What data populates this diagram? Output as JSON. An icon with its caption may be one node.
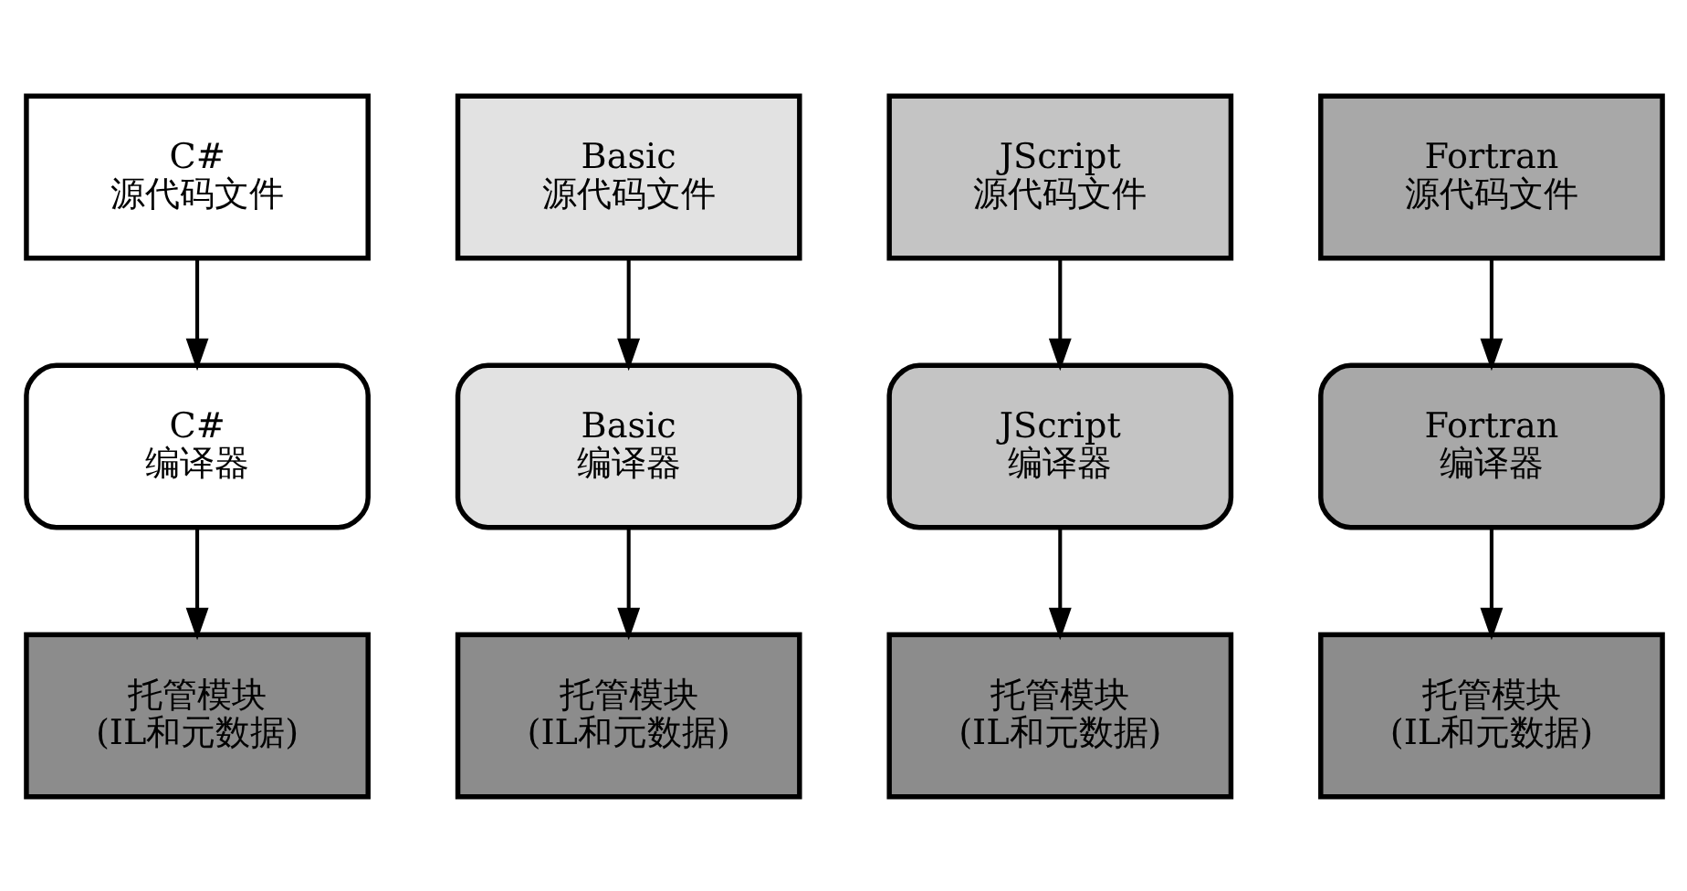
{
  "diagram": {
    "nodes": [
      {
        "text": [
          "C#",
          "源代码文件"
        ]
      },
      {
        "text": [
          "Basic",
          "源代码文件"
        ]
      },
      {
        "text": [
          "JScript",
          "源代码文件"
        ]
      },
      {
        "text": [
          "Fortran",
          "源代码文件"
        ]
      },
      {
        "text": [
          "C#",
          "编译器"
        ]
      },
      {
        "text": [
          "Basic",
          "编译器"
        ]
      },
      {
        "text": [
          "JScript",
          "编译器"
        ]
      },
      {
        "text": [
          "Fortran",
          "编译器"
        ]
      },
      {
        "text": [
          "托管模块",
          "(IL和元数据)"
        ]
      },
      {
        "text": [
          "托管模块",
          "(IL和元数据)"
        ]
      },
      {
        "text": [
          "托管模块",
          "(IL和元数据)"
        ]
      },
      {
        "text": [
          "托管模块",
          "(IL和元数据)"
        ]
      }
    ],
    "edges": [
      {
        "from": 0,
        "to": 4,
        "arrow": "to"
      },
      {
        "from": 4,
        "to": 8,
        "arrow": "to"
      },
      {
        "from": 1,
        "to": 5,
        "arrow": "to"
      },
      {
        "from": 5,
        "to": 9,
        "arrow": "to"
      },
      {
        "from": 2,
        "to": 6,
        "arrow": "to"
      },
      {
        "from": 6,
        "to": 10,
        "arrow": "to"
      },
      {
        "from": 3,
        "to": 7,
        "arrow": "to"
      },
      {
        "from": 7,
        "to": 11,
        "arrow": "to"
      }
    ]
  }
}
